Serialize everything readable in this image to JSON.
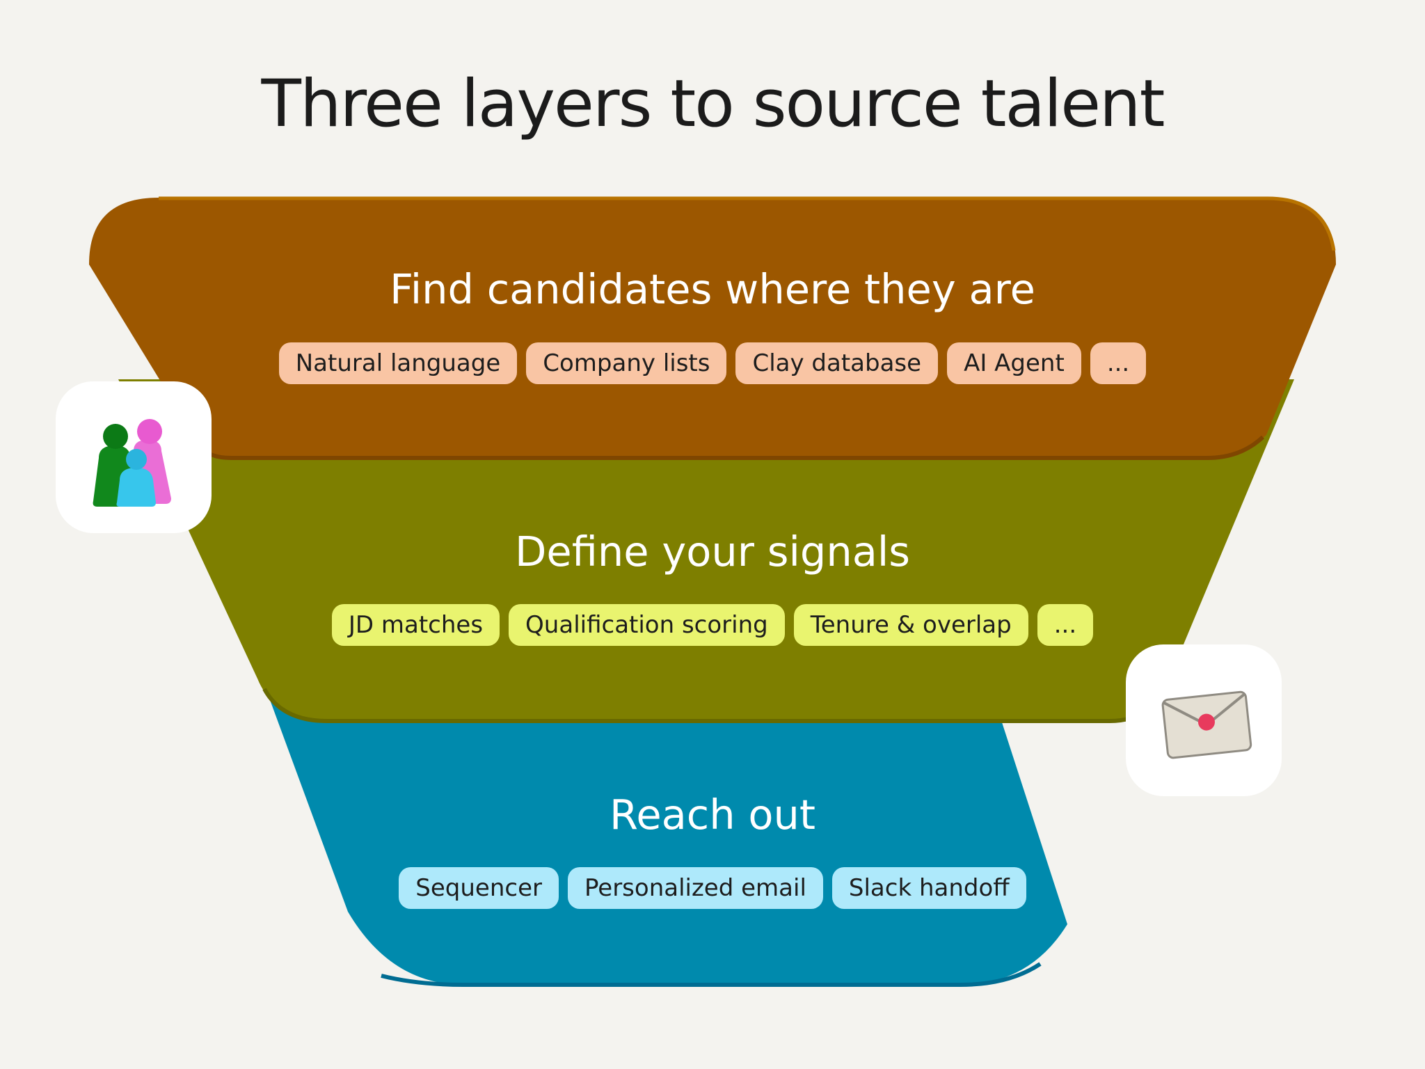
{
  "title": "Three layers to source talent",
  "colors": {
    "background": "#f4f3ef",
    "layer1": "#9c5700",
    "layer2": "#7e7f00",
    "layer3": "#008aad",
    "chip1": "#f9c5a4",
    "chip2": "#e9f46f",
    "chip3": "#aee9fb"
  },
  "layers": [
    {
      "title": "Find candidates where they are",
      "chips": [
        "Natural language",
        "Company lists",
        "Clay database",
        "AI Agent",
        "..."
      ]
    },
    {
      "title": "Define your signals",
      "chips": [
        "JD matches",
        "Qualification scoring",
        "Tenure & overlap",
        "..."
      ]
    },
    {
      "title": "Reach out",
      "chips": [
        "Sequencer",
        "Personalized email",
        "Slack handoff"
      ]
    }
  ],
  "badges": [
    {
      "icon": "people-figures-icon"
    },
    {
      "icon": "envelope-icon"
    }
  ]
}
